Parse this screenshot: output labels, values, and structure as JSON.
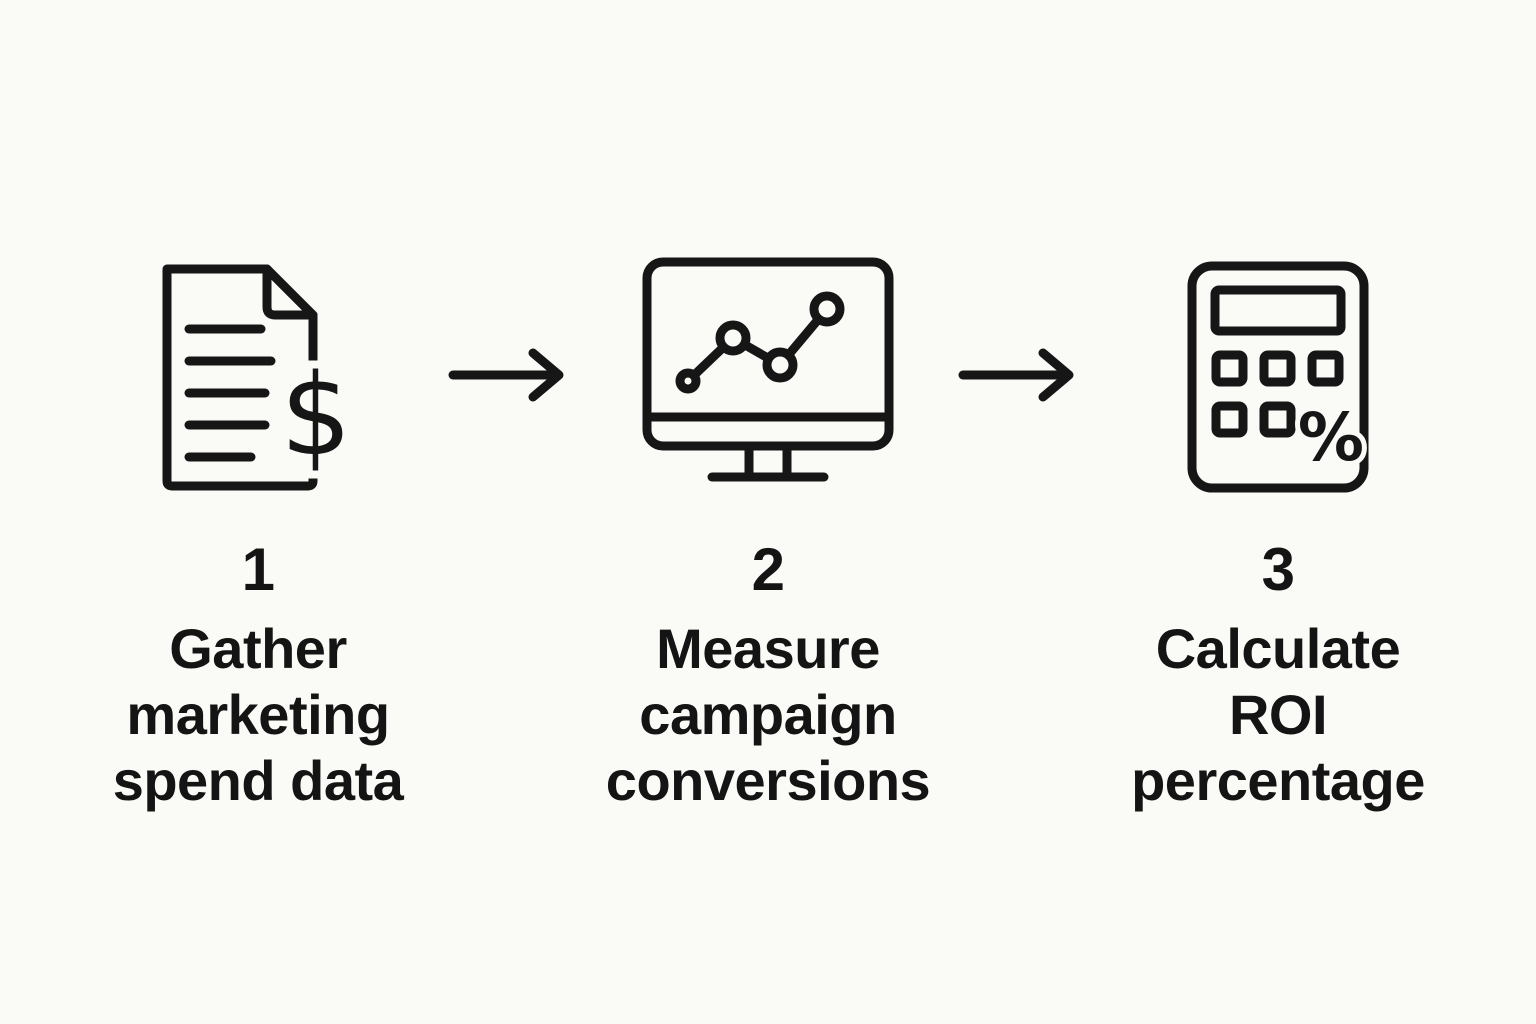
{
  "colors": {
    "background": "#fafaf7",
    "ink": "#161616",
    "text": "#141414"
  },
  "steps": [
    {
      "number": "1",
      "icon": "document-dollar-icon",
      "glyph": "$",
      "label": "Gather marketing spend data",
      "lines": [
        "Gather",
        "marketing",
        "spend data"
      ]
    },
    {
      "number": "2",
      "icon": "monitor-chart-icon",
      "label": "Measure campaign conversions",
      "lines": [
        "Measure",
        "campaign",
        "conversions"
      ]
    },
    {
      "number": "3",
      "icon": "calculator-percent-icon",
      "glyph": "%",
      "label": "Calculate ROI percentage",
      "lines": [
        "Calculate",
        "ROI",
        "percentage"
      ]
    }
  ],
  "connectors": [
    {
      "icon": "right-arrow-icon"
    },
    {
      "icon": "right-arrow-icon"
    }
  ]
}
